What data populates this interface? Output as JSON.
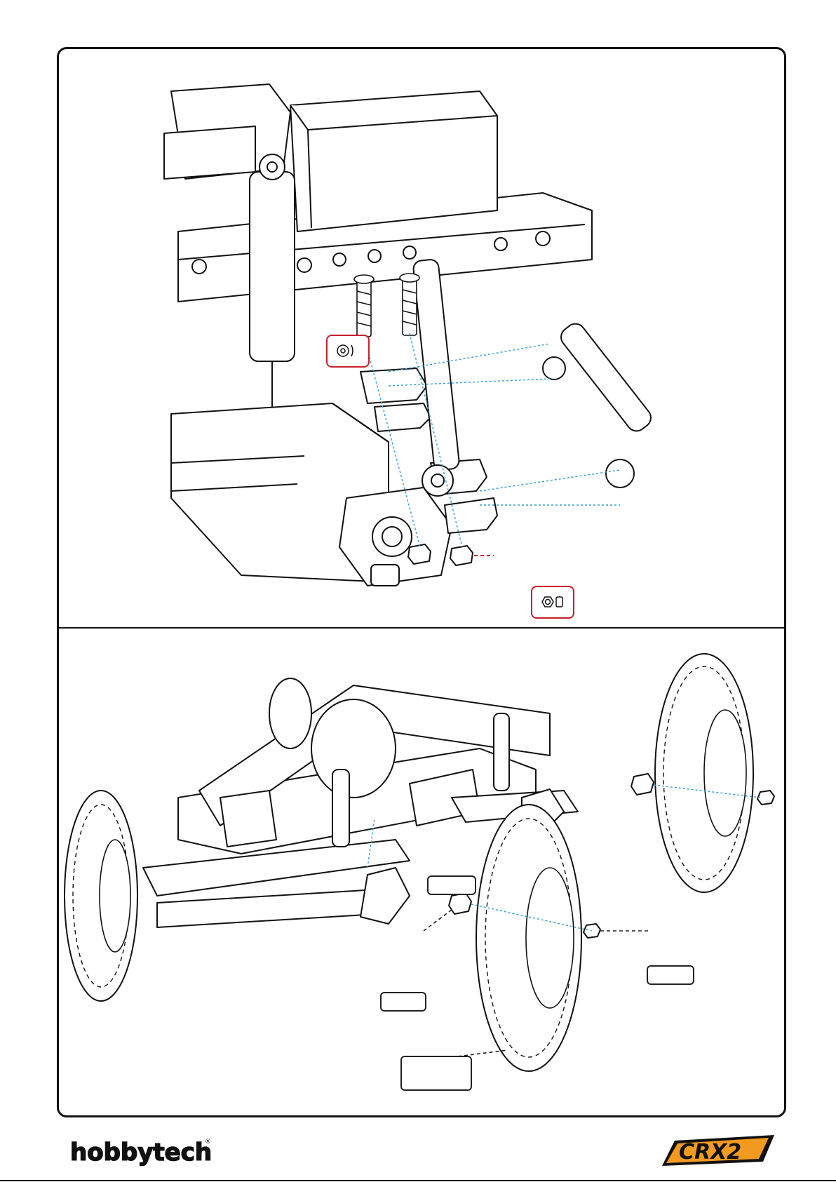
{
  "page": {
    "title": "",
    "brand_left": "hobbytech",
    "brand_left_mark": "®",
    "brand_right": "CRX2"
  },
  "panels": [
    {
      "name": "step-top",
      "subject": "rear-axle-shock-and-link-mount"
    },
    {
      "name": "step-bottom",
      "subject": "wheel-mounting"
    }
  ],
  "icons": [
    "washer-icon",
    "nut-icon"
  ],
  "colors": {
    "frame": "#111111",
    "callout_red": "#c8202a",
    "guide_blue": "#2e9bd6",
    "logo_orange": "#f29a1f"
  }
}
